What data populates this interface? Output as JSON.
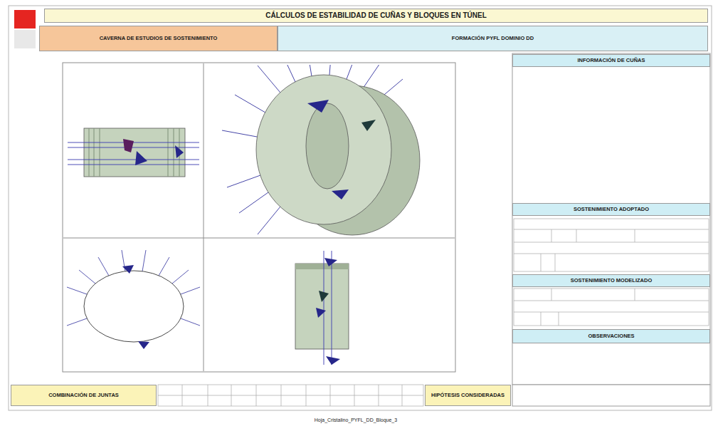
{
  "diagram": {
    "nodes": [
      {
        "text": [
          "CÁLCULOS DE ESTABILIDAD DE CUÑAS Y BLOQUES EN TÚNEL"
        ]
      },
      {
        "text": [
          "CAVERNA DE ESTUDIOS DE SOSTENIMIENTO"
        ]
      },
      {
        "text": [
          "FORMACIÓN PYFL DOMINIO DD"
        ]
      },
      {
        "text": [
          "INFORMACIÓN DE CUÑAS"
        ]
      },
      {
        "text": [
          "SOSTENIMIENTO ADOPTADO"
        ]
      },
      {
        "text": [
          "SOSTENIMIENTO MODELIZADO"
        ]
      },
      {
        "text": [
          "OBSERVACIONES"
        ]
      },
      {
        "text": [
          "COMBINACIÓN DE JUNTAS"
        ]
      },
      {
        "text": [
          "HIPÓTESIS CONSIDERADAS"
        ]
      }
    ],
    "caption": "Hoja_Cristalino_PYFL_DD_Bloque_3"
  }
}
